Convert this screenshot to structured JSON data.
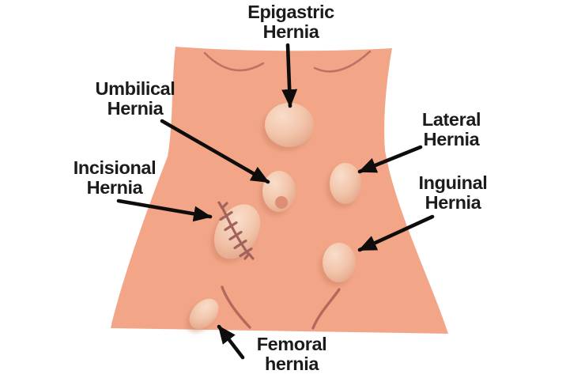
{
  "figure": {
    "type": "medical-illustration",
    "subject": "abdominal hernia locations on a torso"
  },
  "colors": {
    "background": "#FFFFFF",
    "skin": "#F3A687",
    "bump-highlight": "#F9DDCB",
    "bump-mid": "#F2C5AA",
    "bump-edge": "#E1A085",
    "bump-shadow": "#C97D61",
    "navel": "#DE8E74",
    "crease": "#BE7266",
    "groin": "#B5685B",
    "suture": "#A2635D",
    "arrow": "#0E0D0B",
    "text": "#1D1B1A"
  },
  "labels": {
    "epigastric": {
      "line1": "Epigastric",
      "line2": "Hernia"
    },
    "umbilical": {
      "line1": "Umbilical",
      "line2": "Hernia"
    },
    "incisional": {
      "line1": "Incisional",
      "line2": "Hernia"
    },
    "lateral": {
      "line1": "Lateral",
      "line2": "Hernia"
    },
    "inguinal": {
      "line1": "Inguinal",
      "line2": "Hernia"
    },
    "femoral": {
      "line1": "Femoral",
      "line2": "hernia"
    }
  }
}
